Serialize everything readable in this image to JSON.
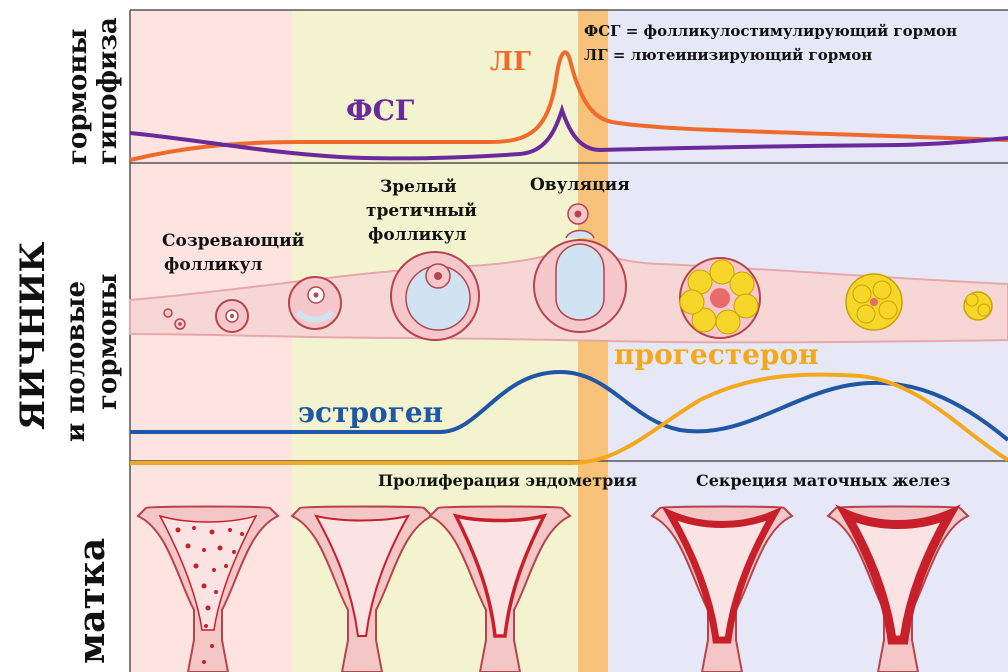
{
  "labels": {
    "hormones_line1": "гормоны",
    "hormones_line2": "гипофиза",
    "ovary_line1": "ЯИЧНИК",
    "ovary_line2": "и половые",
    "ovary_line3": "гормоны",
    "uterus": "матка",
    "lh": "ЛГ",
    "fsh": "ФСГ",
    "legend_fsh": "ФСГ = фолликулостимулирующий гормон",
    "legend_lh": "ЛГ = лютеинизирующий гормон",
    "maturing_follicle_1": "Созревающий",
    "maturing_follicle_2": "фолликул",
    "mature_follicle_1": "Зрелый",
    "mature_follicle_2": "третичный",
    "mature_follicle_3": "фолликул",
    "ovulation": "Овуляция",
    "progesterone": "прогестерон",
    "estrogen": "эстроген",
    "proliferation": "Пролиферация эндометрия",
    "secretion": "Секреция маточных желез"
  },
  "colors": {
    "menstrual_band": "#fde4e1",
    "follicular_band": "#f3f4cf",
    "ovulation_band": "#f9c27a",
    "luteal_band": "#e6e8f8",
    "lh": "#f06a2c",
    "fsh": "#6a2a9b",
    "estrogen": "#1f56a6",
    "progesterone": "#f4a91c",
    "uterus_tissue": "#f4c6c6",
    "uterus_outline": "#b8434c",
    "endometrium": "#c8202b",
    "follicle_fill": "#f6c8cc",
    "fluid": "#cfe3f3",
    "corpus_luteum": "#f7d62a"
  }
}
